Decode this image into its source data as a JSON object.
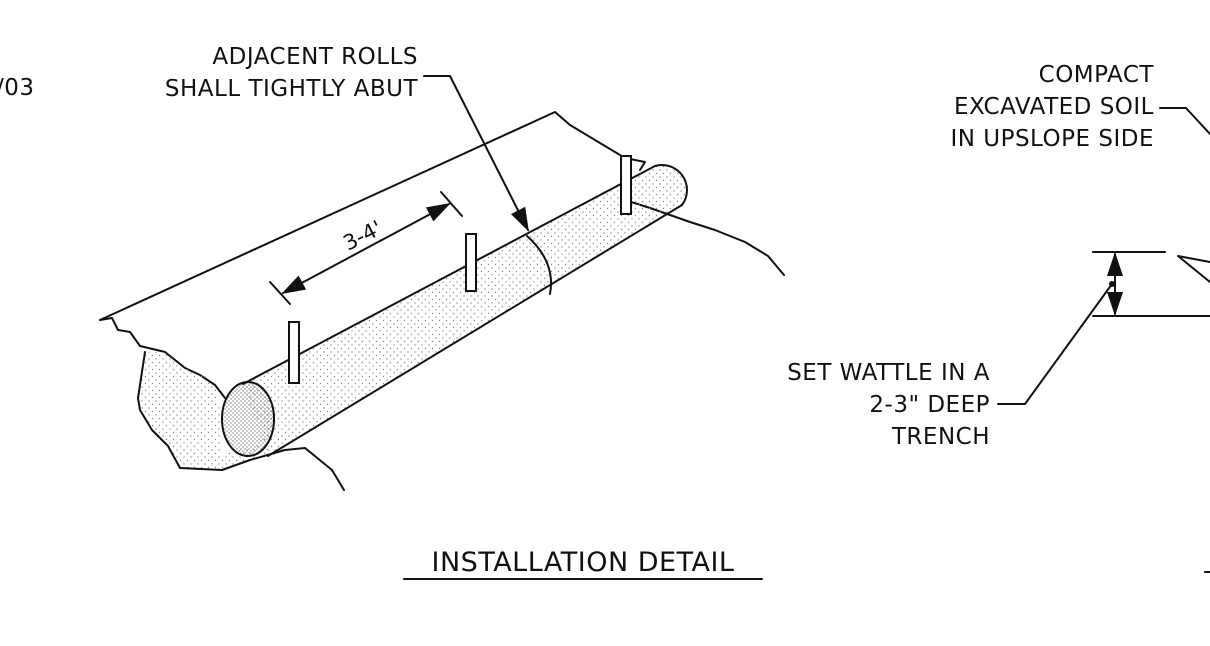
{
  "sheet_fragment": "/03",
  "callouts": {
    "adjacent_rolls": [
      "ADJACENT ROLLS",
      "SHALL TIGHTLY ABUT"
    ],
    "spacing_dimension": "3-4'",
    "compact_soil": [
      "COMPACT",
      "EXCAVATED SOIL",
      "IN UPSLOPE SIDE"
    ],
    "set_wattle": [
      "SET WATTLE IN A",
      "2-3\" DEEP",
      "TRENCH"
    ]
  },
  "detail_title": "INSTALLATION DETAIL",
  "colors": {
    "ink": "#111111",
    "paper": "#ffffff",
    "stipple": "#8a8a8a"
  }
}
